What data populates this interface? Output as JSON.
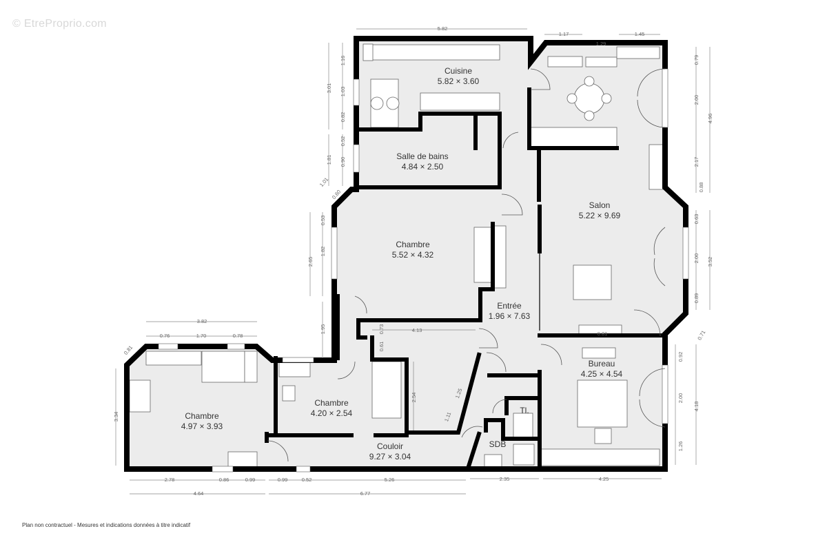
{
  "watermark": "© EtreProprio.com",
  "footer": "Plan non contractuel - Mesures et indications données à titre indicatif",
  "rooms": {
    "cuisine": {
      "name": "Cuisine",
      "size": "5.82 × 3.60"
    },
    "salle_de_bains": {
      "name": "Salle de bains",
      "size": "4.84 × 2.50"
    },
    "salon": {
      "name": "Salon",
      "size": "5.22 × 9.69"
    },
    "chambre1": {
      "name": "Chambre",
      "size": "5.52 × 4.32"
    },
    "entree": {
      "name": "Entrée",
      "size": "1.96 × 7.63"
    },
    "bureau": {
      "name": "Bureau",
      "size": "4.25 × 4.54"
    },
    "chambre2": {
      "name": "Chambre",
      "size": "4.97 × 3.93"
    },
    "chambre3": {
      "name": "Chambre",
      "size": "4.20 × 2.54"
    },
    "couloir": {
      "name": "Couloir",
      "size": "9.27 × 3.04"
    },
    "wc": {
      "name": "Tl."
    },
    "sdb": {
      "name": "SDB"
    }
  },
  "dims": [
    "5.82",
    "1.17",
    "1.29",
    "1.45",
    "0.79",
    "2.00",
    "4.96",
    "2.17",
    "0.88",
    "0.63",
    "2.00",
    "3.52",
    "0.89",
    "0.71",
    "0.92",
    "2.00",
    "4.18",
    "1.26",
    "2.35",
    "4.25",
    "2.78",
    "0.86",
    "0.99",
    "0.99",
    "0.52",
    "5.26",
    "4.64",
    "6.77",
    "1.16",
    "3.01",
    "1.03",
    "0.82",
    "0.52",
    "1.81",
    "0.90",
    "1.01",
    "0.60",
    "0.53",
    "1.82",
    "2.65",
    "1.95",
    "3.82",
    "0.76",
    "1.70",
    "0.78",
    "0.81",
    "3.34",
    "4.13",
    "0.73",
    "0.61",
    "2.54",
    "1.25",
    "1.11",
    "0.81"
  ],
  "colors": {
    "floor": "#ececec",
    "wall": "#000000",
    "furniture": "#ffffff"
  }
}
